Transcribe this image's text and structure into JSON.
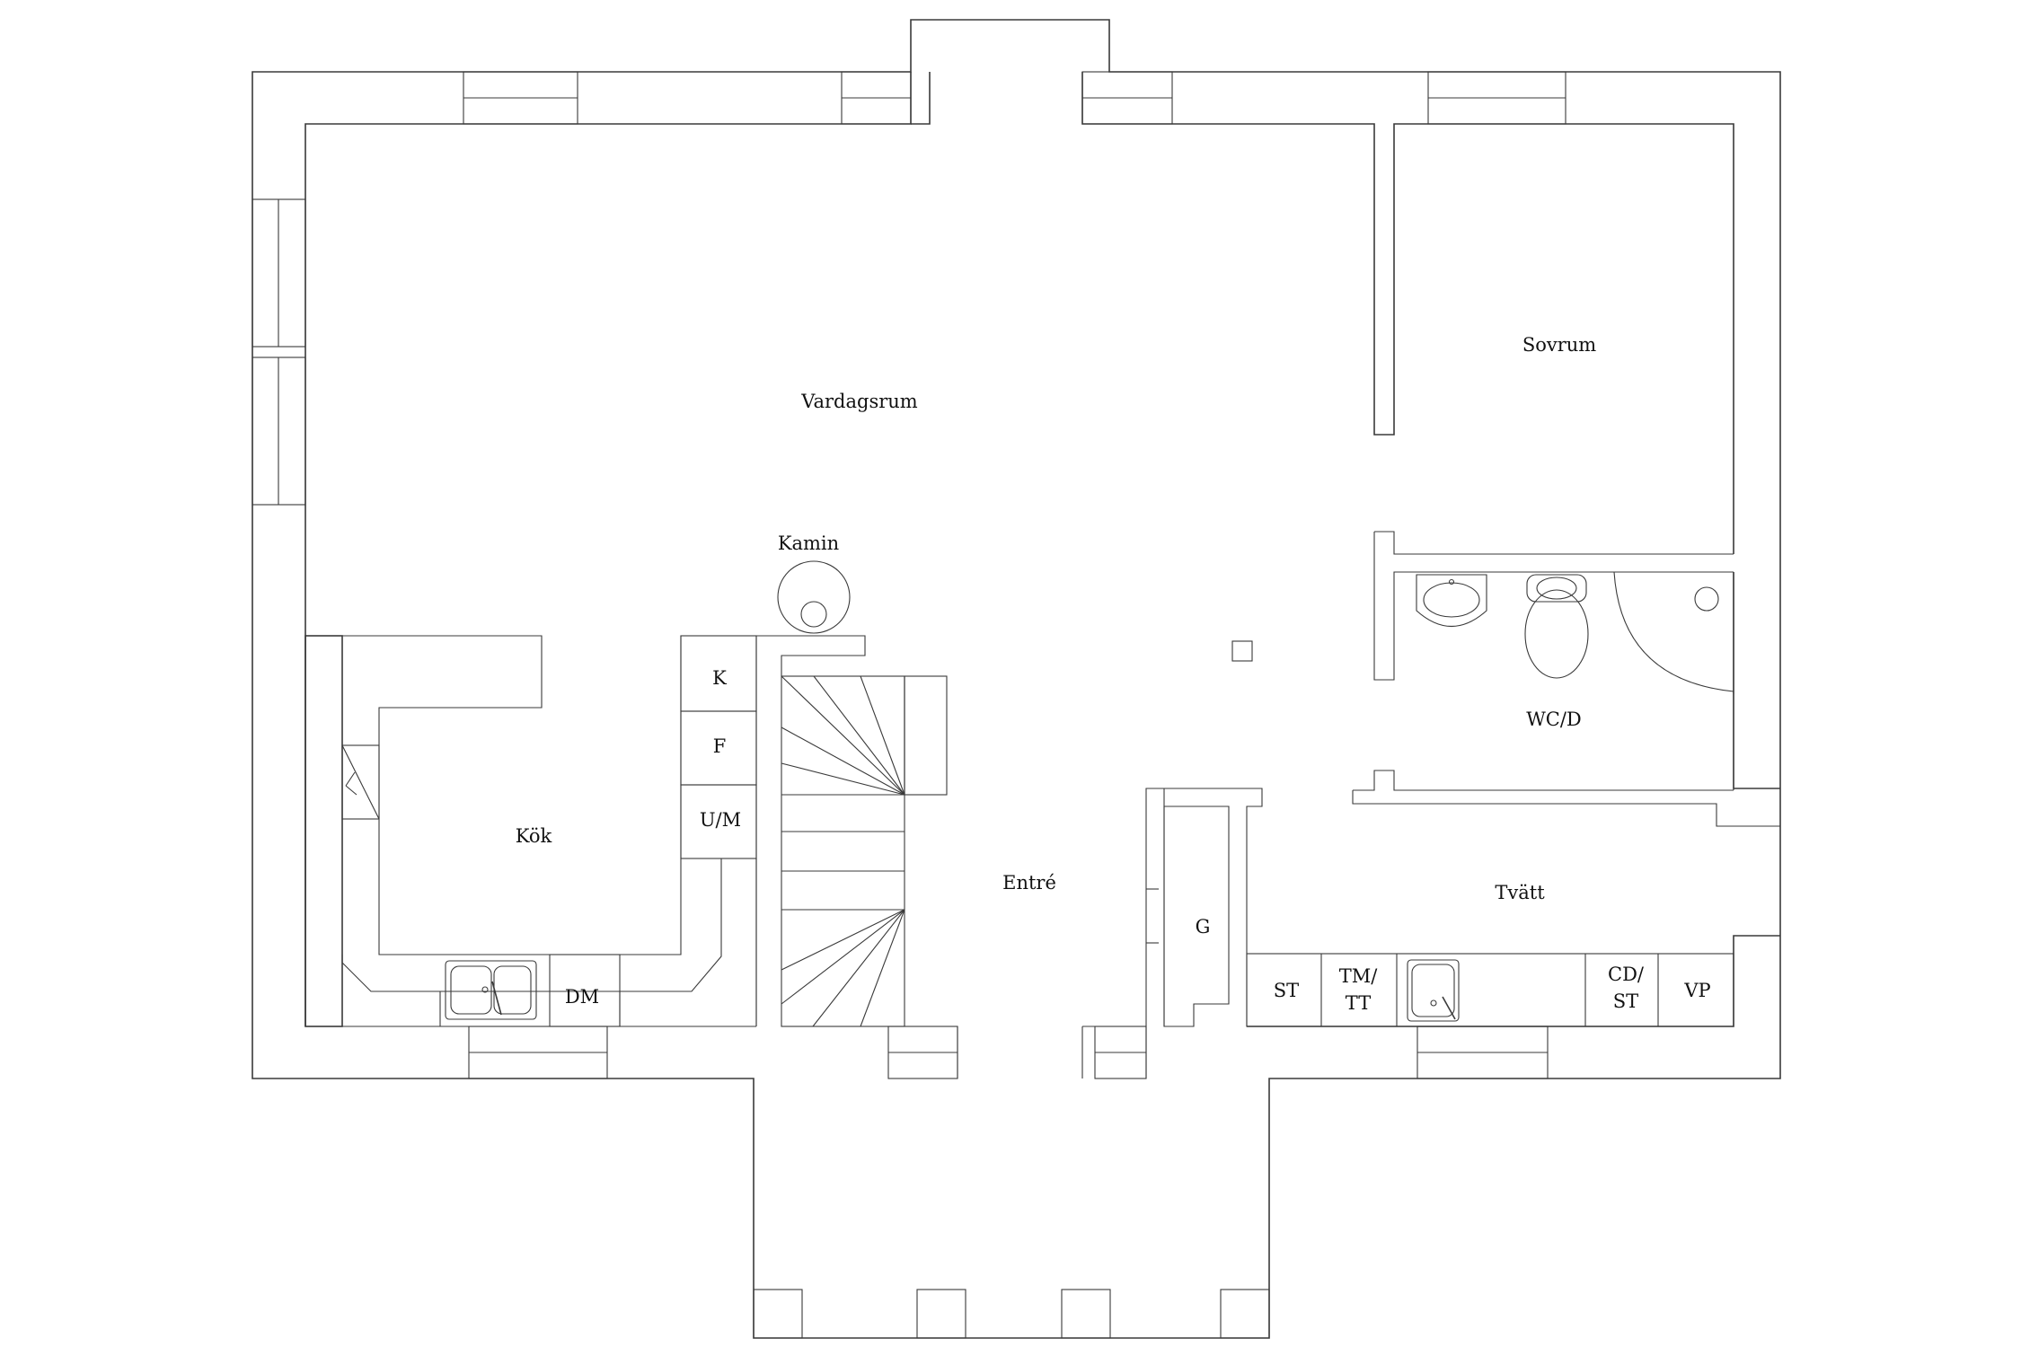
{
  "rooms": {
    "vardagsrum": "Vardagsrum",
    "sovrum": "Sovrum",
    "kamin": "Kamin",
    "kok": "Kök",
    "entre": "Entré",
    "tvatt": "Tvätt",
    "wc_d": "WC/D",
    "g": "G"
  },
  "appliances": {
    "k": "K",
    "f": "F",
    "um": "U/M",
    "dm": "DM",
    "st": "ST",
    "tm_tt_1": "TM/",
    "tm_tt_2": "TT",
    "cd_st_1": "CD/",
    "cd_st_2": "ST",
    "vp": "VP"
  }
}
